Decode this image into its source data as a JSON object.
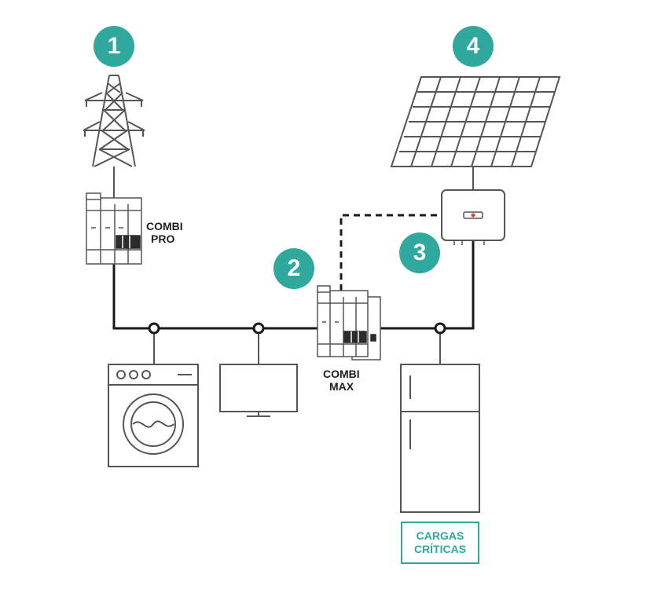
{
  "markers": {
    "m1": "1",
    "m2": "2",
    "m3": "3",
    "m4": "4"
  },
  "devices": {
    "combi_pro": {
      "line1": "COMBI",
      "line2": "PRO"
    },
    "combi_max": {
      "line1": "COMBI",
      "line2": "MAX"
    }
  },
  "critical_loads": {
    "line1": "CARGAS",
    "line2": "CRÍTICAS"
  },
  "colors": {
    "accent": "#2fa99d",
    "line": "#1a1a1a",
    "outline": "#555555",
    "inverter_led": "#d9462f"
  },
  "icons": [
    "transmission-tower-icon",
    "solar-panel-icon",
    "inverter-icon",
    "washing-machine-icon",
    "monitor-icon",
    "refrigerator-icon"
  ]
}
